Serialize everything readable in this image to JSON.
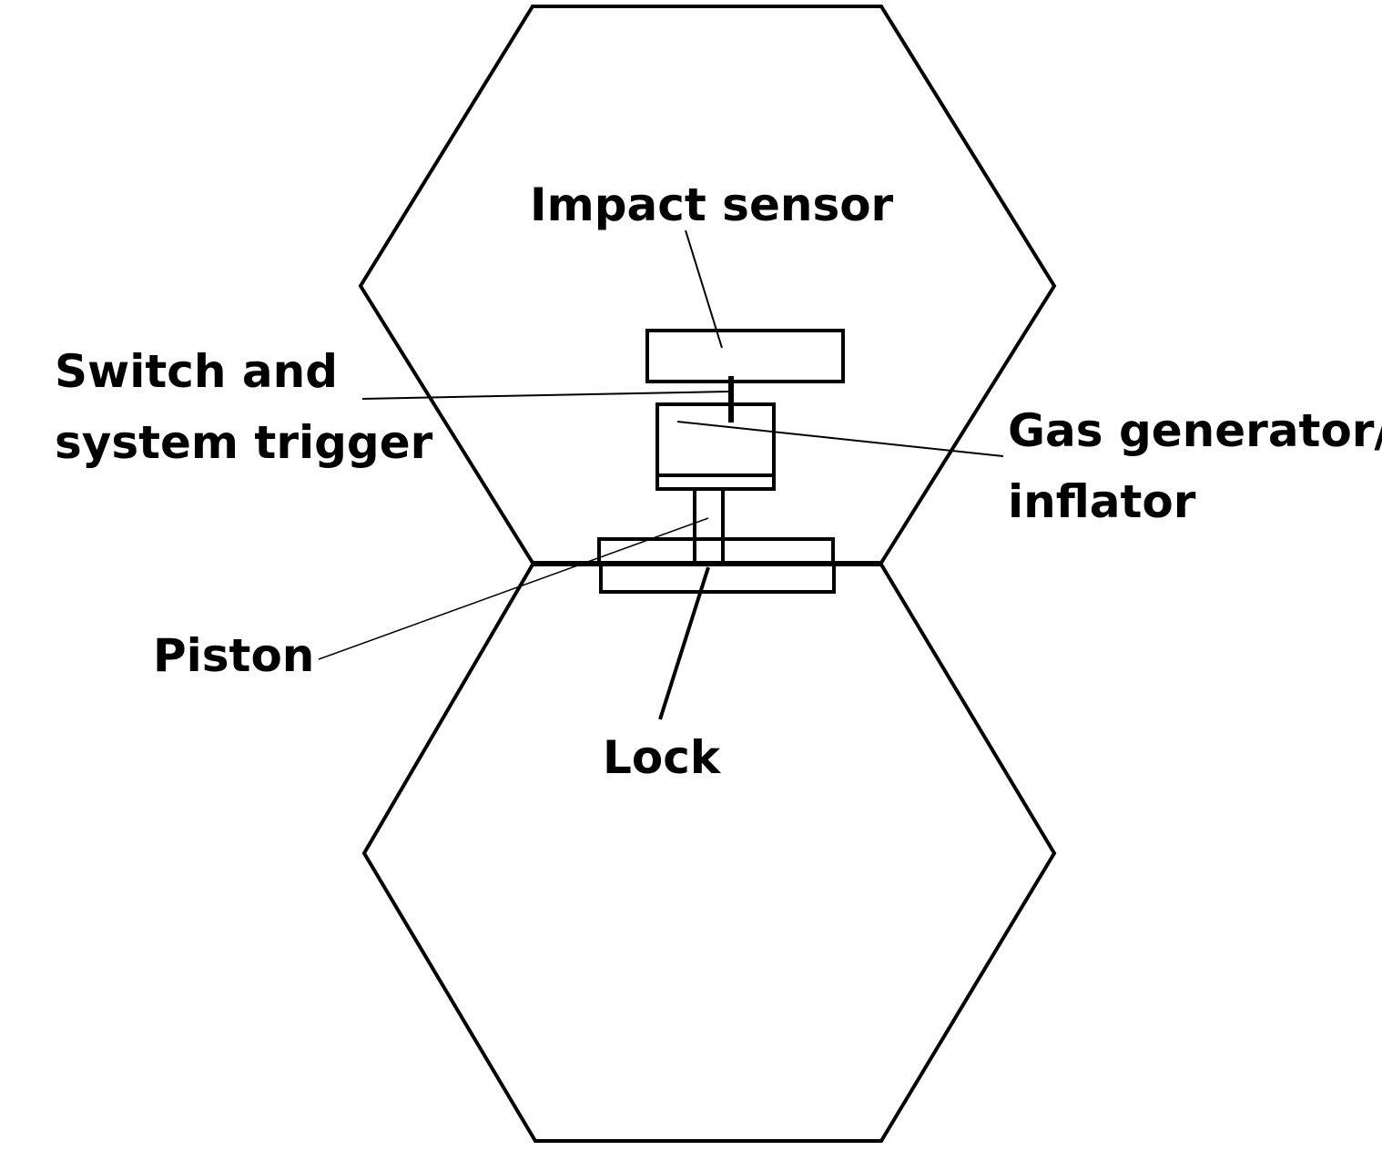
{
  "colors": {
    "background": "#ffffff",
    "stroke": "#000000"
  },
  "labels": {
    "impact_sensor": "Impact sensor",
    "switch_line1": "Switch and",
    "switch_line2": "system trigger",
    "gas_line1": "Gas generator/",
    "gas_line2": "inflator",
    "piston": "Piston",
    "lock": "Lock"
  }
}
